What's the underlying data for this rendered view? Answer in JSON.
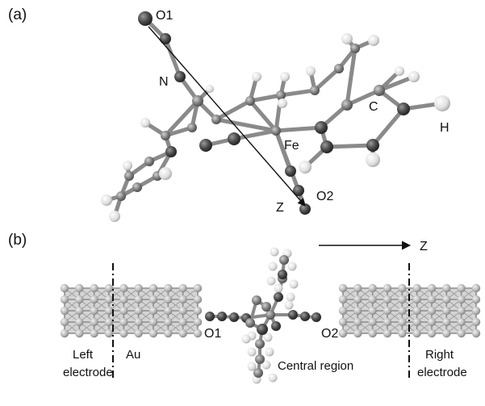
{
  "panels": {
    "a": {
      "label": "(a)"
    },
    "b": {
      "label": "(b)"
    }
  },
  "molecule_labels": {
    "o1": "O1",
    "n": "N",
    "c": "C",
    "h": "H",
    "fe": "Fe",
    "z": "Z",
    "o2": "O2"
  },
  "junction_labels": {
    "o1": "O1",
    "o2": "O2",
    "au": "Au",
    "left_line1": "Left",
    "left_line2": "electrode",
    "right_line1": "Right",
    "right_line2": "electrode",
    "central": "Central region",
    "z_axis": "Z"
  },
  "colors": {
    "atom_dark": "#444444",
    "atom_mid": "#777777",
    "atom_light": "#e6e6e6",
    "bond": "#888888"
  }
}
